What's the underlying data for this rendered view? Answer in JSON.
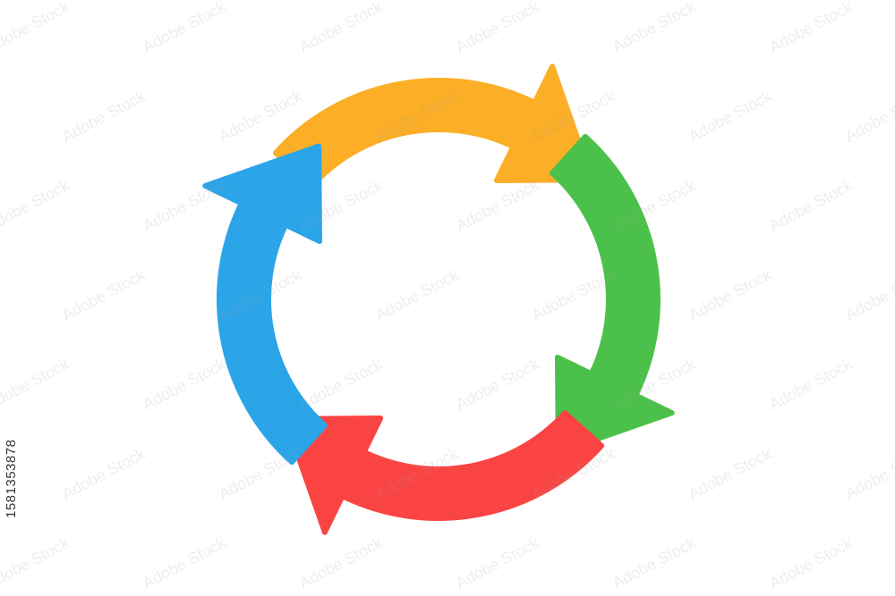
{
  "diagram": {
    "type": "cycle",
    "direction": "clockwise",
    "arrows": [
      {
        "name": "top",
        "color": "#FBAE26"
      },
      {
        "name": "right",
        "color": "#4BC04A"
      },
      {
        "name": "bottom",
        "color": "#FA4443"
      },
      {
        "name": "left",
        "color": "#2BA5E8"
      }
    ]
  },
  "watermark": {
    "stock_id": "1581353878",
    "tile_text": "Adobe Stock"
  }
}
